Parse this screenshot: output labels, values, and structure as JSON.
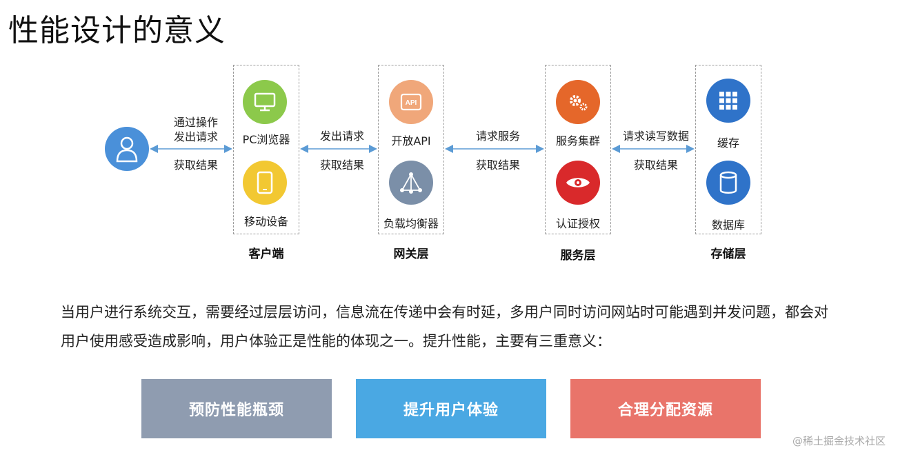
{
  "title": "性能设计的意义",
  "user": {
    "icon": "user-icon"
  },
  "arrows": {
    "a1_top1": "通过操作",
    "a1_top2": "发出请求",
    "a1_bottom": "获取结果",
    "a2_top": "发出请求",
    "a2_bottom": "获取结果",
    "a3_top": "请求服务",
    "a3_bottom": "获取结果",
    "a4_top": "请求读写数据",
    "a4_bottom": "获取结果"
  },
  "groups": {
    "client": {
      "label": "客户端",
      "item1": "PC浏览器",
      "item2": "移动设备"
    },
    "gateway": {
      "label": "网关层",
      "item1": "开放API",
      "item2": "负载均衡器"
    },
    "service": {
      "label": "服务层",
      "item1": "服务集群",
      "item2": "认证授权"
    },
    "storage": {
      "label": "存储层",
      "item1": "缓存",
      "item2": "数据库"
    }
  },
  "colors": {
    "user": "#4a90d9",
    "green": "#8cc94b",
    "yellow": "#f2c832",
    "peach": "#f0a77a",
    "slate": "#7b8fa8",
    "orange": "#e5672a",
    "red": "#d9292b",
    "blue": "#2f73c9",
    "arrow": "#5b9bd5"
  },
  "paragraph": "当用户进行系统交互，需要经过层层访问，信息流在传递中会有时延，多用户同时访问网站时可能遇到并发问题，都会对用户使用感受造成影响，用户体验正是性能的体现之一。提升性能，主要有三重意义：",
  "cards": [
    {
      "label": "预防性能瓶颈",
      "color": "#8f9cb0"
    },
    {
      "label": "提升用户体验",
      "color": "#4aa8e3"
    },
    {
      "label": "合理分配资源",
      "color": "#e9746a"
    }
  ],
  "watermark": "@稀土掘金技术社区"
}
